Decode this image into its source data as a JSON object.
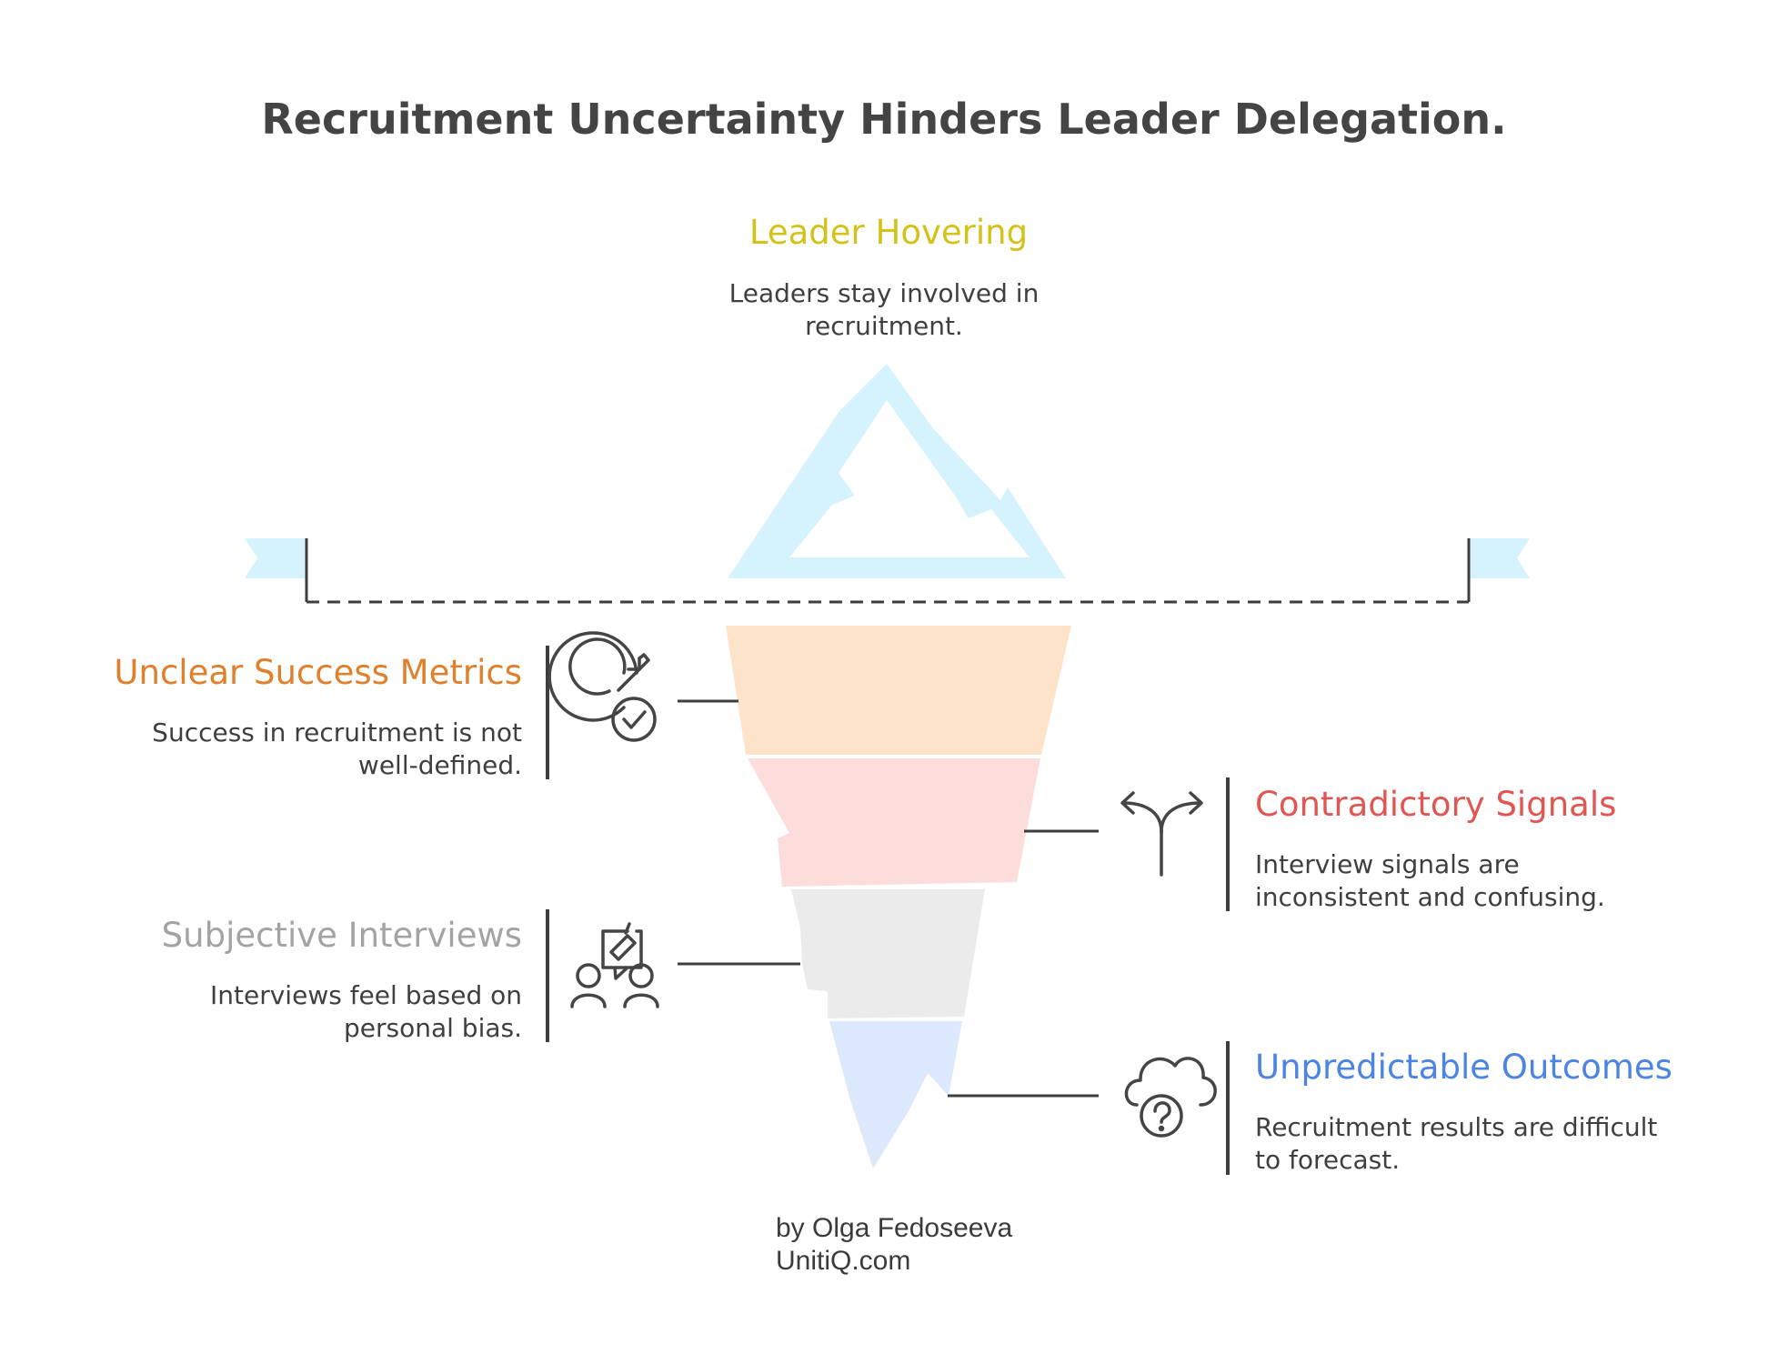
{
  "title": "Recruitment Uncertainty Hinders Leader Delegation.",
  "top": {
    "heading": "Leader Hovering",
    "desc_lines": [
      "Leaders stay involved in",
      "recruitment."
    ]
  },
  "layers": [
    {
      "heading": "Unclear Success Metrics",
      "desc_lines": [
        "Success in recruitment is not",
        "well-defined."
      ],
      "icon": "target-check-icon"
    },
    {
      "heading": "Contradictory Signals",
      "desc_lines": [
        "Interview signals are",
        "inconsistent and confusing."
      ],
      "icon": "split-arrow-icon"
    },
    {
      "heading": "Subjective Interviews",
      "desc_lines": [
        "Interviews feel based on",
        "personal bias."
      ],
      "icon": "interview-people-icon"
    },
    {
      "heading": "Unpredictable Outcomes",
      "desc_lines": [
        "Recruitment results are difficult",
        "to forecast."
      ],
      "icon": "cloud-question-icon"
    }
  ],
  "credit": {
    "author": "by Olga Fedoseeva",
    "site": "UnitiQ.com"
  },
  "colors": {
    "title": "#444444",
    "top_heading": "#d4c21a",
    "heading_1": "#e07f2c",
    "heading_2": "#e15553",
    "heading_3": "#a3a3a3",
    "heading_4": "#4c84e3",
    "iceberg_tip": "#d4f3fc",
    "layer_1": "#fde3c9",
    "layer_2": "#fddcdc",
    "layer_3": "#ebebeb",
    "layer_4": "#dce8fc"
  }
}
